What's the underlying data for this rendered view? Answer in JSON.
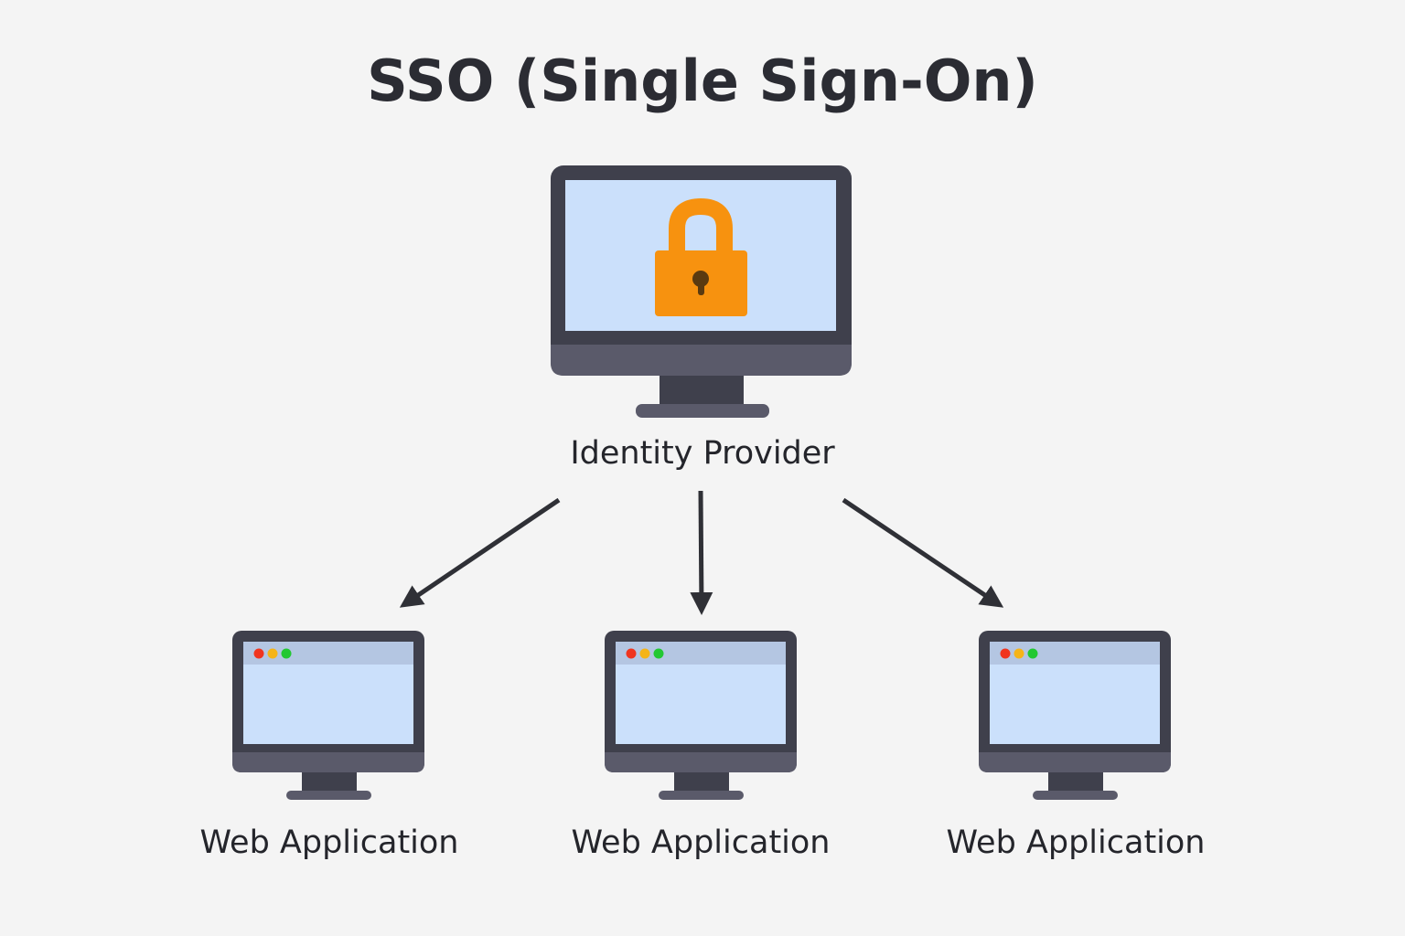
{
  "title": "SSO (Single Sign-On)",
  "identity_provider": {
    "label": "Identity Provider",
    "icon": "padlock-icon"
  },
  "web_applications": [
    {
      "label": "Web Application"
    },
    {
      "label": "Web Application"
    },
    {
      "label": "Web Application"
    }
  ],
  "colors": {
    "background": "#f4f4f4",
    "monitor_frame": "#3f404c",
    "monitor_chin": "#5a5a6a",
    "screen": "#cbe0fb",
    "browser_bar": "#b4c6e2",
    "lock": "#f7920f",
    "keyhole": "#5a3a10",
    "dot_red": "#f0351f",
    "dot_yellow": "#f5b418",
    "dot_green": "#22c832",
    "arrow": "#2f3036",
    "text": "#24252b"
  }
}
